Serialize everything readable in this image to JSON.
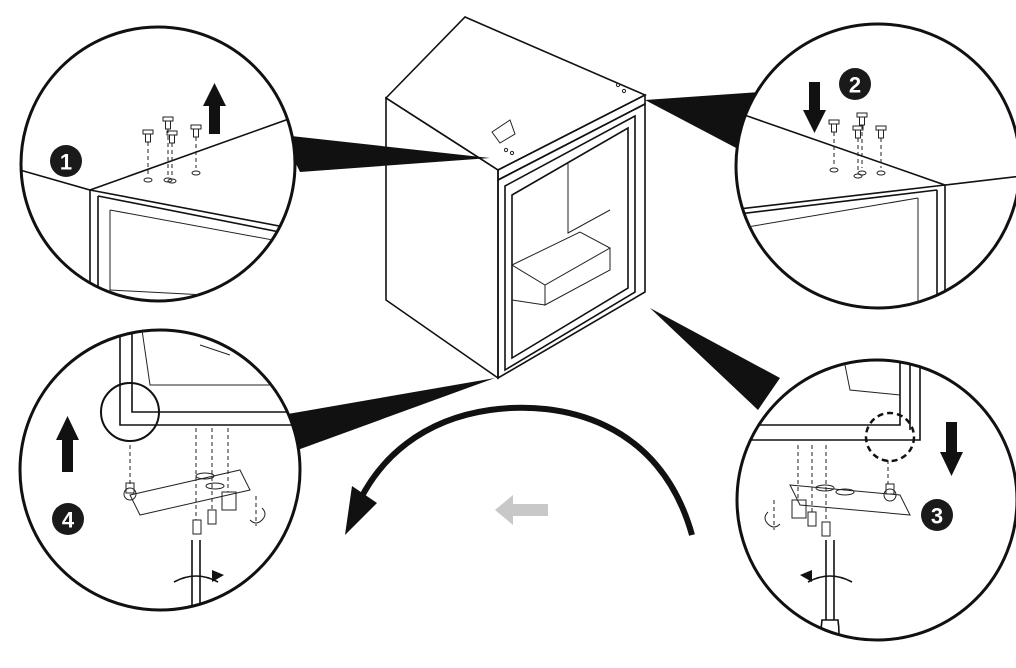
{
  "steps": [
    {
      "number": "1"
    },
    {
      "number": "2"
    },
    {
      "number": "3"
    },
    {
      "number": "4"
    }
  ],
  "arrows": {
    "step1": "up",
    "step2": "down",
    "step3": "down",
    "step4": "up",
    "center_direction": "left"
  },
  "colors": {
    "line": "#111111",
    "badge": "#1a1a1a",
    "center_arrow": "#c8c8c8"
  }
}
